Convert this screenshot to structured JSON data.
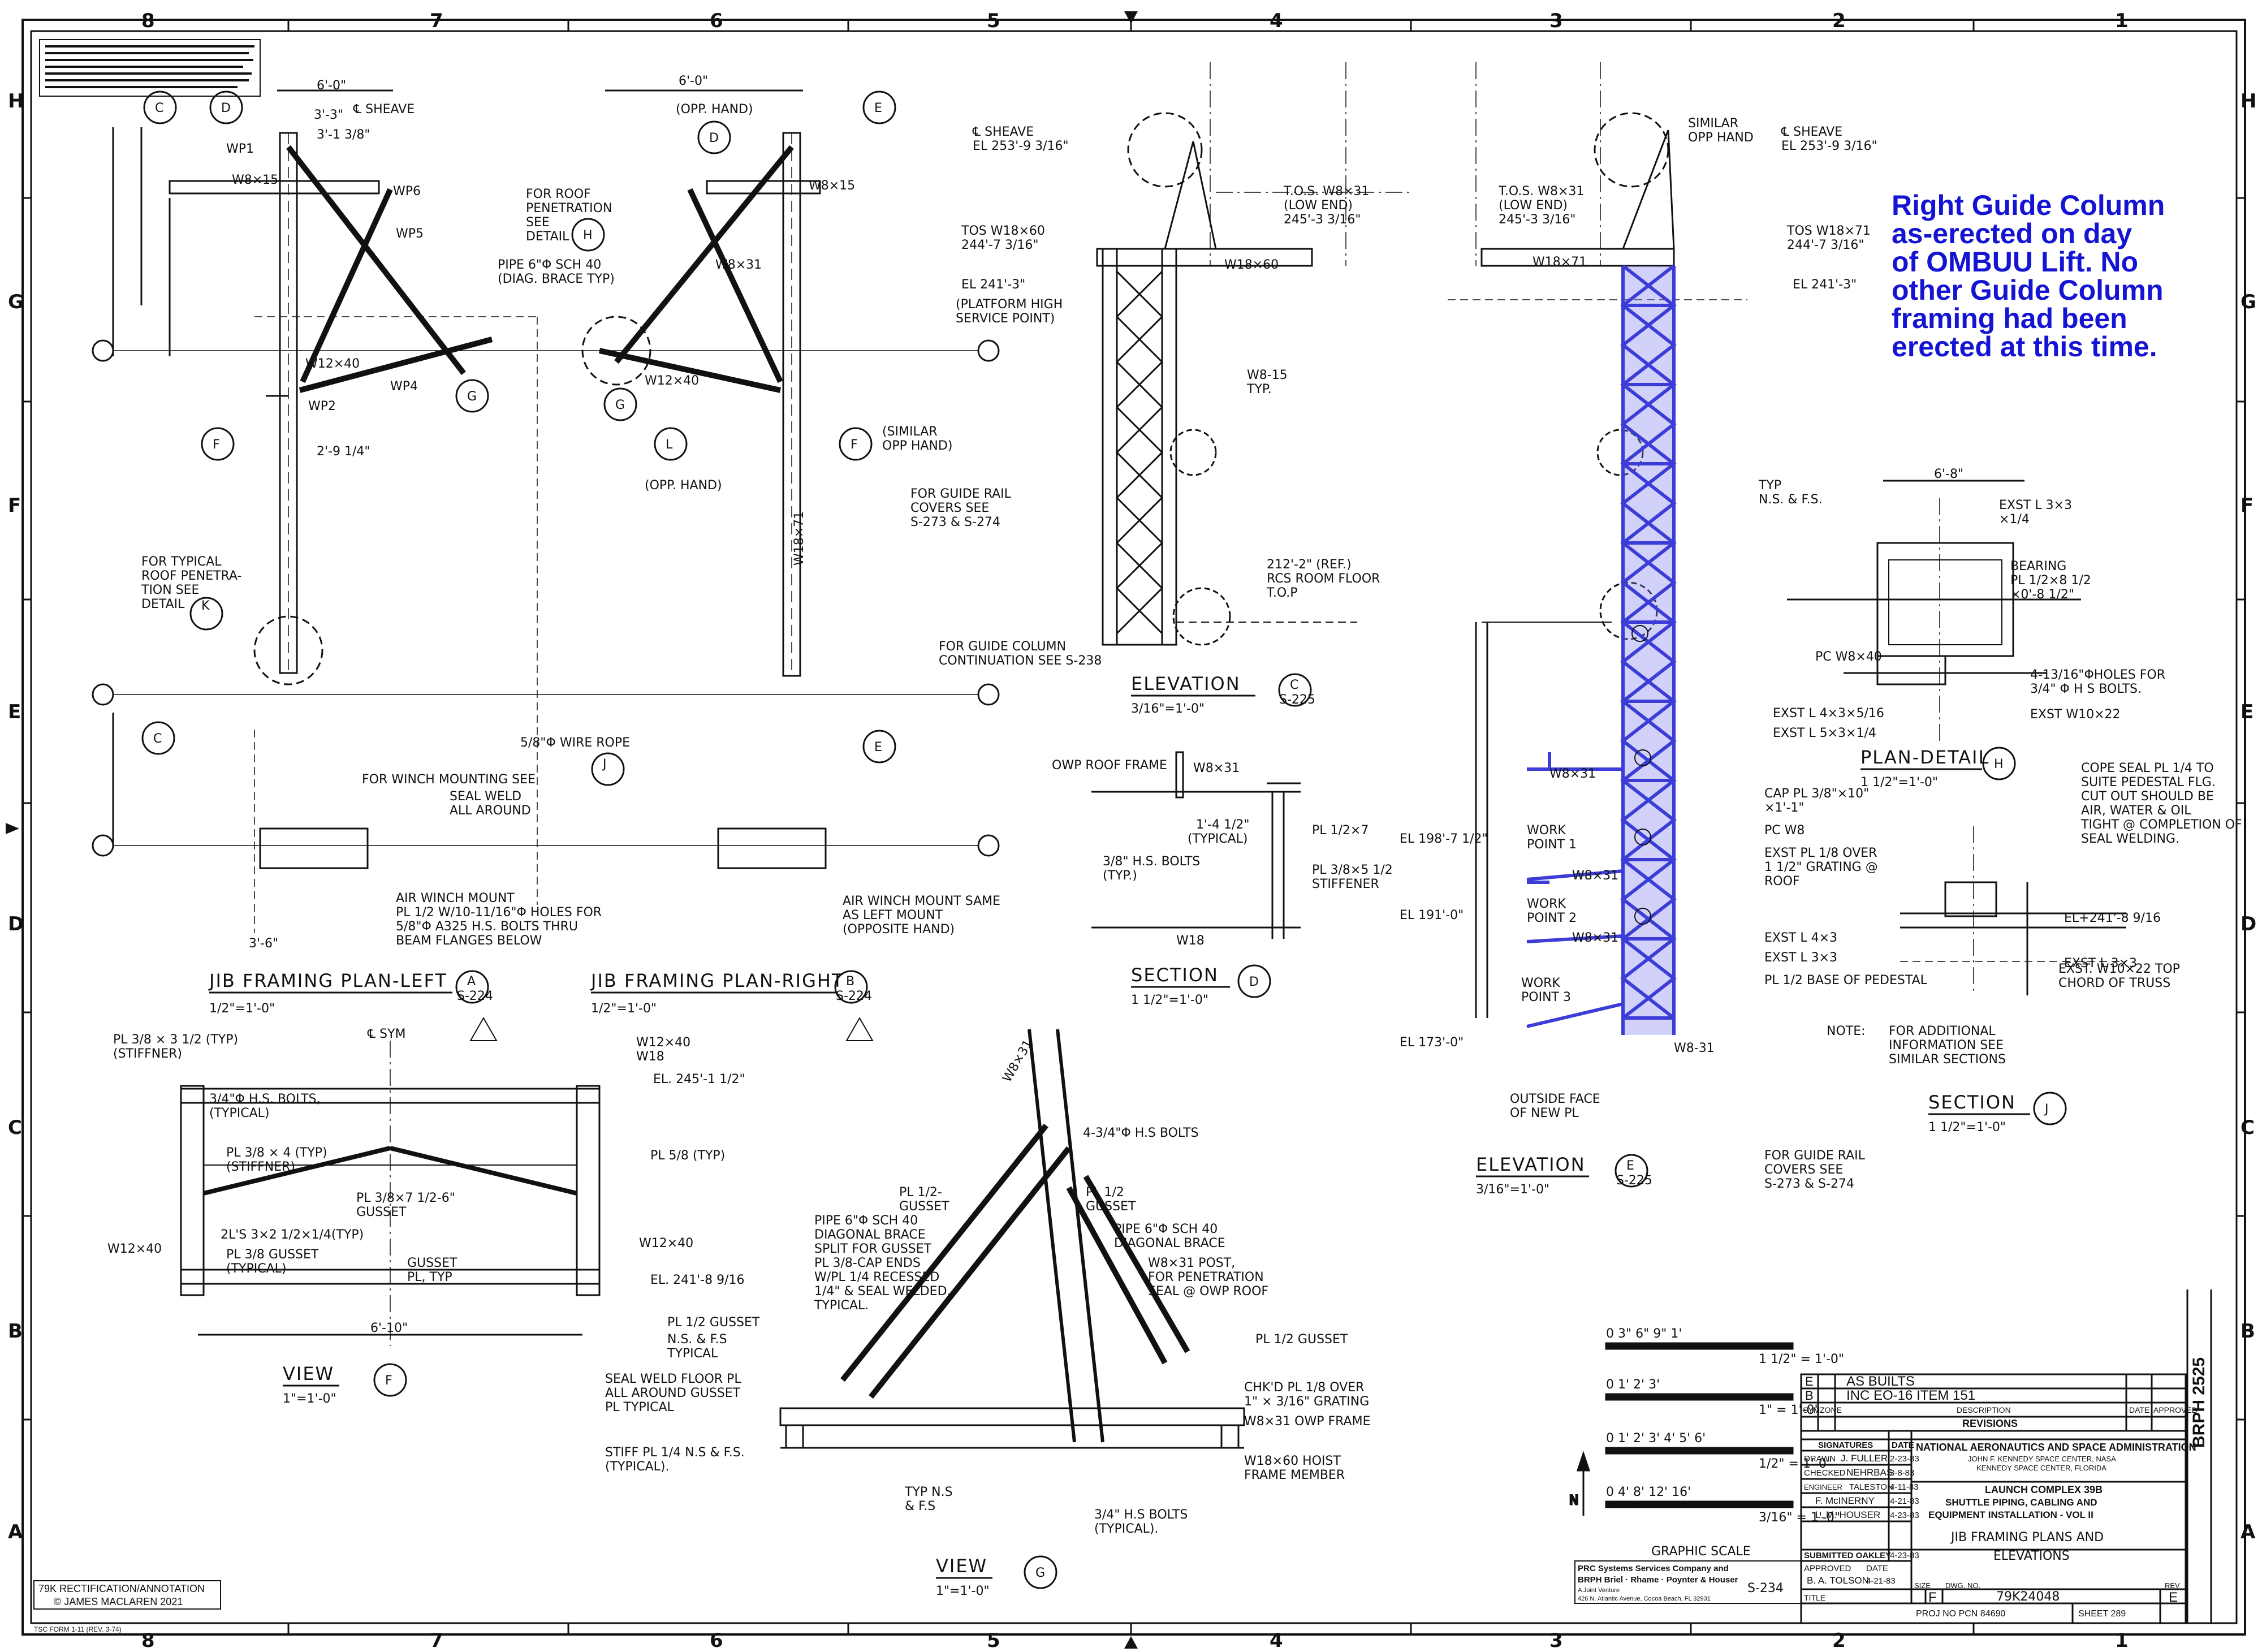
{
  "grid": {
    "columns": [
      "8",
      "7",
      "6",
      "5",
      "4",
      "3",
      "2",
      "1"
    ],
    "rows": [
      "H",
      "G",
      "F",
      "E",
      "D",
      "C",
      "B",
      "A"
    ]
  },
  "annotation_blue": [
    "Right Guide Column",
    "as-erected on day",
    "of OMBUU Lift. No",
    "other Guide Column",
    "framing had been",
    "erected at this time."
  ],
  "views": {
    "jib_left": {
      "title": "JIB FRAMING PLAN-LEFT",
      "scale": "1/2\"=1'-0\"",
      "ref": "S-224",
      "tag": "A"
    },
    "jib_right": {
      "title": "JIB FRAMING PLAN-RIGHT",
      "scale": "1/2\"=1'-0\"",
      "ref": "S-224",
      "tag": "B"
    },
    "elev_c": {
      "title": "ELEVATION",
      "scale": "3/16\"=1'-0\"",
      "ref": "S-225",
      "tag": "C"
    },
    "elev_e": {
      "title": "ELEVATION",
      "scale": "3/16\"=1'-0\"",
      "ref": "S-225",
      "tag": "E"
    },
    "section_d": {
      "title": "SECTION",
      "scale": "1 1/2\"=1'-0\"",
      "tag": "D"
    },
    "section_j": {
      "title": "SECTION",
      "scale": "1 1/2\"=1'-0\"",
      "tag": "J"
    },
    "plan_detail_h": {
      "title": "PLAN-DETAIL",
      "scale": "1 1/2\"=1'-0\"",
      "tag": "H"
    },
    "view_f": {
      "title": "VIEW",
      "scale": "1\"=1'-0\"",
      "tag": "F"
    },
    "view_g": {
      "title": "VIEW",
      "scale": "1\"=1'-0\"",
      "tag": "G"
    }
  },
  "labels": {
    "sheave": "℄ SHEAVE",
    "sheave_el": "EL 253'-9 3/16\"",
    "similar_opp": "SIMILAR OPP HAND",
    "tos_w8": "T.O.S. W8×31 (LOW END)",
    "tos_w8_el": "245'-3 3/16\"",
    "tos_w18": "TOS W18×60",
    "tos_w18_el": "244'-7 3/16\"",
    "tos_w18_71": "TOS W18×71",
    "tos_w18_71_el": "244'-7 3/16\"",
    "el_241_3": "EL 241'-3\"",
    "platform_high": "(PLATFORM HIGH SERVICE POINT)",
    "w18x60": "W18×60",
    "w18x71": "W18×71",
    "w8x31": "W8×31",
    "w8x15_typ": "W8-15 TYP.",
    "w8x15": "W8×15",
    "w12x40": "W12×40",
    "w18": "W18",
    "roof_penetration": "FOR ROOF PENETRATION SEE DETAIL",
    "pipe_brace": "PIPE 6\"Φ SCH 40 (DIAG. BRACE TYP)",
    "guide_rail_covers": "FOR GUIDE RAIL COVERS SEE S-273 & S-274",
    "guide_col_cont": "FOR GUIDE COLUMN CONTINUATION SEE S-238",
    "typical_roof": "FOR TYPICAL ROOF PENETRA-TION SEE DETAIL",
    "winch_mount": "FOR WINCH MOUNTING SEE",
    "air_winch": "AIR WINCH MOUNT PL 1/2 W/10-11/16\"Φ HOLES FOR 5/8\" Φ A325 H.S. BOLTS THRU BEAM FLANGES BELOW",
    "air_winch_same": "AIR WINCH MOUNT SAME AS LEFT MOUNT (OPPOSITE HAND)",
    "seal_weld": "SEAL WELD ALL AROUND",
    "wire_rope": "5/8\"Φ WIRE ROPE",
    "opp_hand": "(OPP. HAND)",
    "similar_opp_hand": "(SIMILAR OPP HAND)",
    "rcs_room": "212'-2\" (REF.) RCS ROOM FLOOR T.O.P",
    "el_198": "EL 198'-7 1/2\"",
    "el_191": "EL 191'-0\"",
    "el_173": "EL 173'-0\"",
    "el_245": "EL. 245'-1 1/2\"",
    "el_241_8": "EL. 241'-8 9/16",
    "work_point_1": "WORK POINT 1",
    "work_point_2": "WORK POINT 2",
    "work_point_3": "WORK POINT 3",
    "outside_face": "OUTSIDE FACE OF NEW PL",
    "owp_roof": "OWP ROOF FRAME",
    "typical_1_4": "1'-4 1/2\" (TYPICAL)",
    "hs_bolts_38": "3/8\" H.S. BOLTS (TYP.)",
    "pl_half_7": "PL 1/2×7",
    "pl_stiff": "PL 3/8×5 1/2 STIFFENER",
    "typ_ns_fs": "TYP. N.S. & F.S.",
    "bearing": "BEARING PL 1/2×8 1/2 ×0'-8 1/2\"",
    "ext_l3x3": "EXST L 3×3 ×1/4",
    "holes": "4-13/16\"Φ HOLES FOR 3/4\"Φ H S BOLTS.",
    "pc_w8x40": "PC W8×40",
    "ext_w10x22": "EXST W10×22",
    "ext_l4x3": "EXST L 4×3×5/16",
    "ext_l5x3": "EXST L 5×3×1/4",
    "cope_seal": "COPE SEAL PL 1/4 TO SUITE PEDESTAL FLG. CUT OUT SHOULD BE AIR, WATER & OIL TIGHT @ COMPLETION OF SEAL WELDING.",
    "cap_pl": "CAP PL 3/8\"×10\" ×1'-1\"",
    "pc_w8": "PC W8",
    "ext_pl": "EXST PL 1/8 OVER 1 1/2\" GRATING @ ROOF",
    "ext_l4x3b": "EXST L 4×3",
    "ext_l3x3b": "EXST L 3×3",
    "pl_base": "PL 1/2 BASE OF PEDESTAL",
    "ext_w10_top": "EXST. W10×22 TOP CHORD OF TRUSS",
    "el_241_8b": "EL+241'-8 9/16",
    "note": "NOTE: FOR ADDITIONAL INFORMATION SEE SIMILAR SECTIONS",
    "plan_6_8": "6'-8\"",
    "stiffner": "PL 3/8 × 3 1/2 (TYP) (STIFFNER)",
    "hs_bolts_typ": "3/4\"Φ H.S. BOLTS, (TYPICAL)",
    "pl_38_typ": "PL 3/8 × 4 (TYP) (STIFFNER)",
    "pl_58_gusset": "PL 3/8×7 1/2-6\" GUSSET",
    "two_ls": "2L'S 3×2 1/2×1/4(TYP)",
    "pl_38_gusset": "PL 3/8 GUSSET (TYPICAL)",
    "gusset_pl": "GUSSET PL, TYP",
    "pl_58_typ": "PL 5/8 (TYP)",
    "typ_ns_fs2": "TYP. N.S. & F.S.",
    "dim_6_10": "6'-10\"",
    "sym": "℄ SYM",
    "hs_bolts_4": "4-3/4\"Φ H.S BOLTS",
    "pl_half_gusset": "PL 1/2- GUSSET",
    "pl_half_gusset2": "PL 1/2 GUSSET",
    "pipe_diag": "PIPE 6\"Φ SCH 40 DIAGONAL BRACE SPLIT FOR GUSSET PL 3/8 CAP ENDS W/PL 1/4 RECESSED 1/4\" & SEAL WELDED, TYPICAL.",
    "pipe_diag2": "PIPE 6\"Φ SCH 40 DIAGONAL BRACE",
    "w8_post": "W8×31 POST, FOR PENETRATION SEAL @ OWP ROOF",
    "pl_gusset_ns": "PL 1/2 GUSSET N.S. & F.S TYPICAL",
    "pl_gusset_r": "PL 1/2 GUSSET",
    "seal_weld_floor": "SEAL WELD FLOOR PL ALL AROUND GUSSET PL TYPICAL",
    "chkd_pl": "CHK'D PL 1/8 OVER 1\" × 3/16\" GRATING",
    "w8_owp": "W8×31 OWP FRAME",
    "stiff_pl": "STIFF PL 1/4 N.S & F.S. (TYPICAL).",
    "w18_hoist": "W18×60 HOIST FRAME MEMBER",
    "typ_ns_fs3": "TYP N.S & F.S",
    "hs_bolts_34": "3/4\" H.S BOLTS (TYPICAL).",
    "guide_rail2": "FOR GUIDE RAIL COVERS SEE S-273 & S-274"
  },
  "graphic_scale": {
    "label": "GRAPHIC SCALE",
    "scales": [
      "1 1/2\" = 1'-0\"",
      "1\" = 1'-0\"",
      "1/2\" = 1'-0\"",
      "3/16\" = 1'-0\""
    ],
    "ticks_a": [
      "0",
      "3\"",
      "6\"",
      "9\"",
      "1'"
    ],
    "ticks_b": [
      "0",
      "1'",
      "2'",
      "3'"
    ],
    "ticks_c": [
      "0",
      "1'",
      "2'",
      "3'",
      "4'",
      "5'",
      "6'"
    ],
    "ticks_d": [
      "0",
      "4'",
      "8'",
      "12'",
      "16'"
    ]
  },
  "revisions": {
    "heading": "REVISIONS",
    "cols": [
      "SYM",
      "ZONE",
      "DESCRIPTION",
      "DATE",
      "APPROVED"
    ],
    "rows": [
      {
        "sym": "E",
        "zone": "",
        "desc": "AS BUILTS",
        "date": ""
      },
      {
        "sym": "B",
        "zone": "",
        "desc": "INC EO-16 ITEM 151",
        "date": ""
      }
    ]
  },
  "title_block": {
    "agency": "NATIONAL AERONAUTICS AND SPACE ADMINISTRATION",
    "center": "JOHN F. KENNEDY SPACE CENTER, NASA",
    "center2": "KENNEDY SPACE CENTER, FLORIDA",
    "project1": "LAUNCH COMPLEX 39B",
    "project2": "SHUTTLE PIPING, CABLING AND",
    "project3": "EQUIPMENT INSTALLATION - VOL II",
    "drawing_title1": "JIB FRAMING PLANS AND",
    "drawing_title2": "ELEVATIONS",
    "signatures_hdr": "SIGNATURES",
    "date_hdr": "DATE",
    "signatures": [
      {
        "role": "DRAWN",
        "name": "J. FULLER",
        "date": "2-23-83"
      },
      {
        "role": "CHECKED",
        "name": "NEHRBAS",
        "date": "3-8-83"
      },
      {
        "role": "ENGINEER",
        "name": "TALESTON",
        "date": "4-11-83"
      },
      {
        "role": "",
        "name": "F. McINERNY",
        "date": "4-21-83"
      },
      {
        "role": "",
        "name": "L. M. HOUSER",
        "date": "4-23-83"
      }
    ],
    "submitted": "SUBMITTED OAKLEY",
    "submitted_date": "4-23-83",
    "approved": "APPROVED",
    "approved_name": "B. A. TOLSON",
    "approved_date": "4-21-83",
    "title_lbl": "TITLE",
    "size_lbl": "SIZE",
    "size": "F",
    "dwg_lbl": "DWG. NO.",
    "dwg_no": "79K24048",
    "rev_lbl": "REV",
    "rev": "E",
    "proj_no": "PROJ NO PCN 84690",
    "sheet": "SHEET 289",
    "side_id": "BRPH 2525",
    "sheet_ref": "S-234",
    "firm1": "PRC Systems Services Company and",
    "firm2": "BRPH Briel · Rhame · Poynter & Houser",
    "firm3": "A Joint Venture",
    "firm4": "426 N. Atlantic Avenue, Cocoa Beach, FL 32931"
  },
  "credit": {
    "line1": "79K RECTIFICATION/ANNOTATION",
    "line2": "© JAMES MACLAREN 2021"
  },
  "form_no": "TSC FORM 1-11 (REV. 3-74)",
  "colors": {
    "annotation": "#1414d2",
    "highlight": "#3c3cd6",
    "ink": "#111111"
  }
}
